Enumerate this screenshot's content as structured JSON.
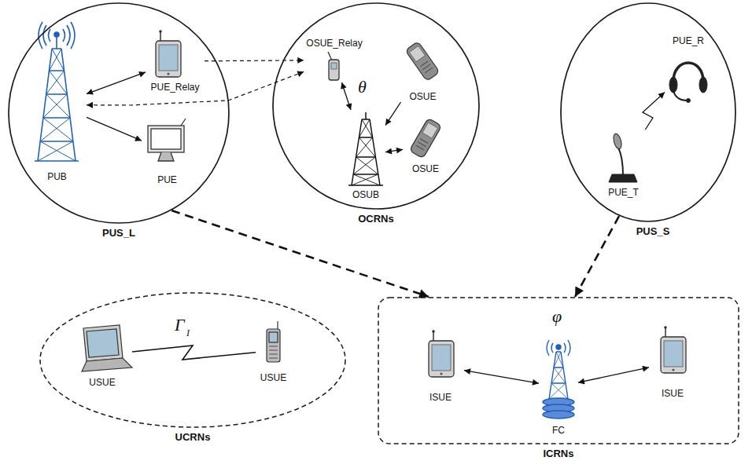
{
  "diagram": {
    "nodes": [
      {
        "text": [
          "PUS_L"
        ]
      },
      {
        "text": [
          "PUB"
        ],
        "in": 0
      },
      {
        "text": [
          "PUE_Relay"
        ],
        "in": 0
      },
      {
        "text": [
          "PUE"
        ],
        "in": 0
      },
      {
        "text": [
          "OCRNs"
        ]
      },
      {
        "text": [
          "OSUE_Relay"
        ],
        "in": 4
      },
      {
        "text": [
          "OSUE"
        ],
        "in": 4
      },
      {
        "text": [
          "OSUB"
        ],
        "in": 4
      },
      {
        "text": [
          "OSUE"
        ],
        "in": 4
      },
      {
        "text": [
          "PUS_S"
        ]
      },
      {
        "text": [
          "PUE_R"
        ],
        "in": 9
      },
      {
        "text": [
          "PUE_T"
        ],
        "in": 9
      },
      {
        "text": [
          "UCRNs"
        ]
      },
      {
        "text": [
          "USUE"
        ],
        "in": 12
      },
      {
        "text": [
          "USUE"
        ],
        "in": 12
      },
      {
        "text": [
          "ICRNs"
        ]
      },
      {
        "text": [
          "ISUE"
        ],
        "in": 15
      },
      {
        "text": [
          "FC"
        ],
        "in": 15
      },
      {
        "text": [
          "ISUE"
        ],
        "in": 15
      }
    ],
    "edges": [
      {
        "from": 1,
        "to": 2,
        "arrow": "both"
      },
      {
        "from": 1,
        "to": 3,
        "arrow": "to"
      },
      {
        "from": 1,
        "to": 5,
        "arrow": "both"
      },
      {
        "from": 2,
        "to": 5,
        "arrow": "to"
      },
      {
        "from": 5,
        "to": 7,
        "arrow": "both"
      },
      {
        "from": 6,
        "to": 7,
        "arrow": "to"
      },
      {
        "from": 7,
        "to": 8,
        "arrow": "both"
      },
      {
        "from": 11,
        "to": 10,
        "arrow": "to"
      },
      {
        "from": 0,
        "to": 15,
        "arrow": "to"
      },
      {
        "from": 9,
        "to": 15,
        "arrow": "to"
      },
      {
        "from": 13,
        "to": 14,
        "arrow": "none"
      },
      {
        "from": 16,
        "to": 17,
        "arrow": "both"
      },
      {
        "from": 17,
        "to": 18,
        "arrow": "both"
      }
    ],
    "labels": [
      "θ",
      "Γ",
      "I",
      "φ"
    ]
  }
}
